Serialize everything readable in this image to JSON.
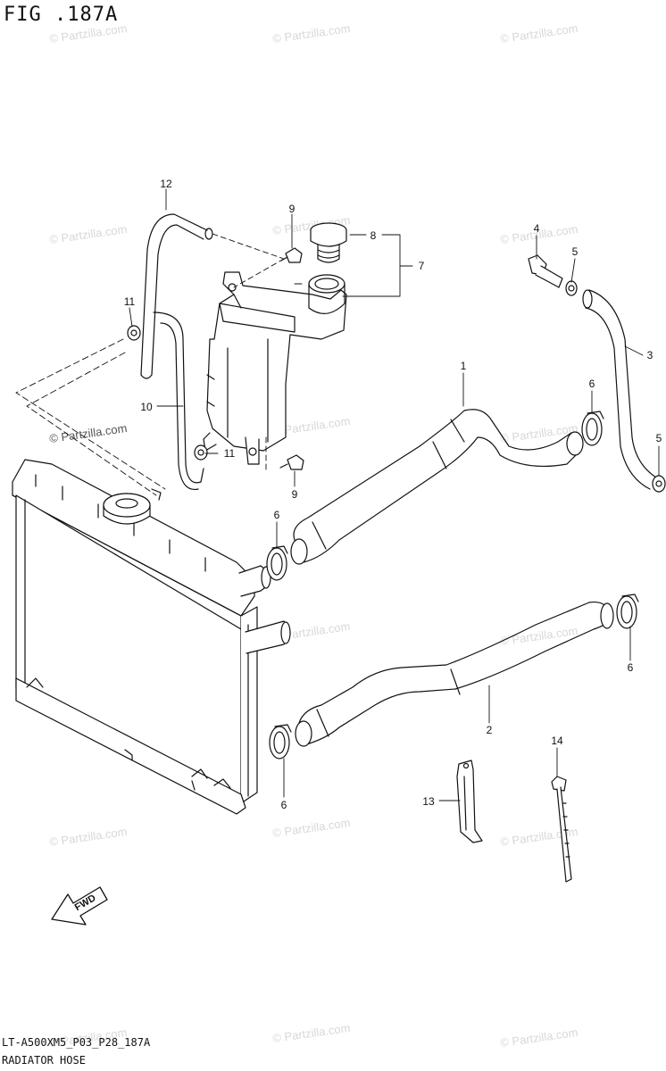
{
  "figure": {
    "title": "FIG .187A",
    "drawing_code": "LT-A500XM5_P03_P28_187A",
    "section_name": "RADIATOR HOSE",
    "fwd_label": "FWD",
    "watermark": "© Partzilla.com"
  },
  "callouts": [
    {
      "id": "c12a",
      "number": "12"
    },
    {
      "id": "c9a",
      "number": "9"
    },
    {
      "id": "c8",
      "number": "8"
    },
    {
      "id": "c7",
      "number": "7"
    },
    {
      "id": "c4",
      "number": "4"
    },
    {
      "id": "c5a",
      "number": "5"
    },
    {
      "id": "c3",
      "number": "3"
    },
    {
      "id": "c11a",
      "number": "11"
    },
    {
      "id": "c10",
      "number": "10"
    },
    {
      "id": "c1",
      "number": "1"
    },
    {
      "id": "c6a",
      "number": "6"
    },
    {
      "id": "c11b",
      "number": "11"
    },
    {
      "id": "c5b",
      "number": "5"
    },
    {
      "id": "c9b",
      "number": "9"
    },
    {
      "id": "c6b",
      "number": "6"
    },
    {
      "id": "c6c",
      "number": "6"
    },
    {
      "id": "c2",
      "number": "2"
    },
    {
      "id": "c14",
      "number": "14"
    },
    {
      "id": "c13",
      "number": "13"
    },
    {
      "id": "c6d",
      "number": "6"
    }
  ]
}
